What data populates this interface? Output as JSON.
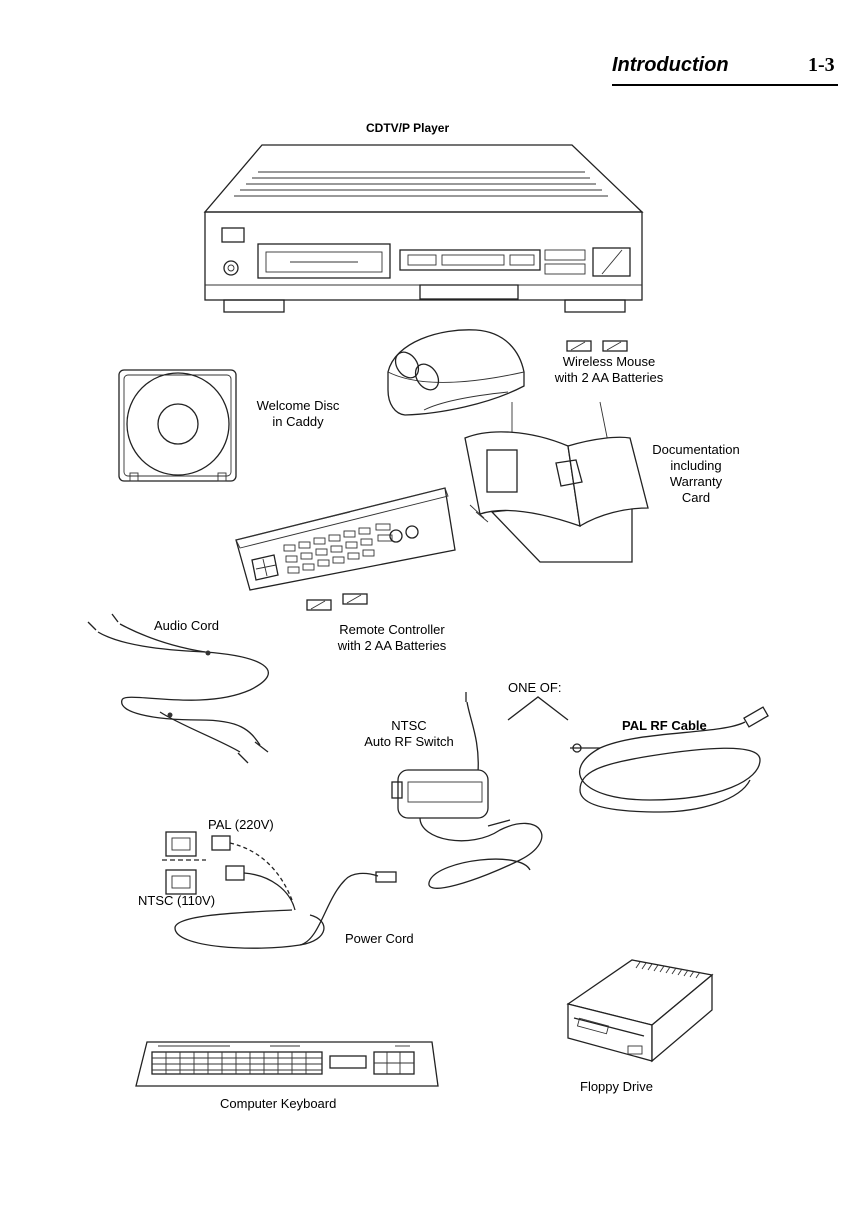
{
  "header": {
    "title": "Introduction",
    "page_number": "1-3"
  },
  "labels": {
    "player": "CDTV/P Player",
    "mouse_line1": "Wireless Mouse",
    "mouse_line2": "with 2 AA Batteries",
    "disc_line1": "Welcome Disc",
    "disc_line2": "in Caddy",
    "docs_line1": "Documentation",
    "docs_line2": "including",
    "docs_line3": "Warranty",
    "docs_line4": "Card",
    "audio_cord": "Audio Cord",
    "remote_line1": "Remote Controller",
    "remote_line2": "with 2 AA Batteries",
    "one_of": "ONE OF:",
    "ntsc_line1": "NTSC",
    "ntsc_line2": "Auto RF Switch",
    "pal_rf": "PAL RF Cable",
    "pal_220": "PAL (220V)",
    "ntsc_110": "NTSC (110V)",
    "power_cord": "Power Cord",
    "keyboard": "Computer Keyboard",
    "floppy": "Floppy Drive"
  }
}
